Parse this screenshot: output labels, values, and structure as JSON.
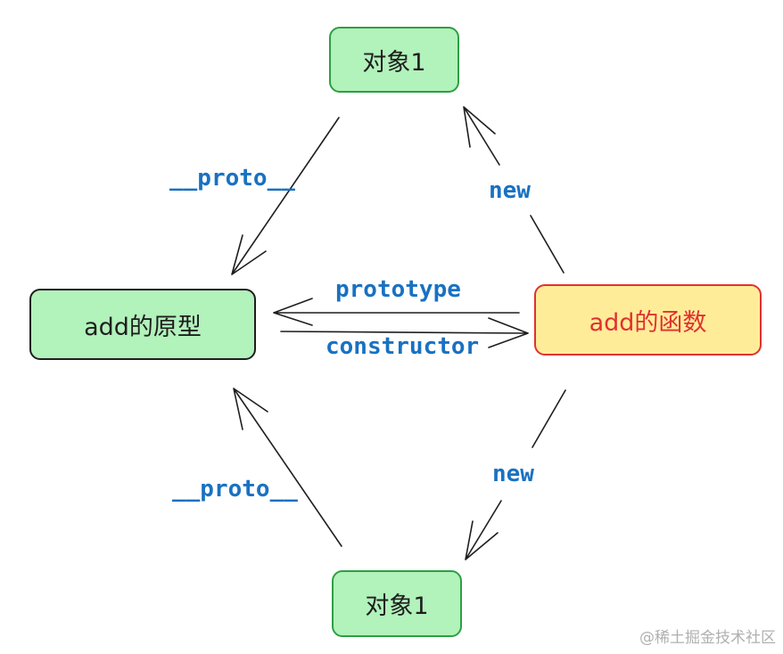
{
  "nodes": {
    "object_top": "对象1",
    "object_bottom": "对象1",
    "prototype": "add的原型",
    "function": "add的函数"
  },
  "edges": {
    "proto_top": "__proto__",
    "proto_bottom": "__proto__",
    "new_top": "new",
    "new_bottom": "new",
    "prototype": "prototype",
    "constructor": "constructor"
  },
  "watermark": "@稀土掘金技术社区",
  "colors": {
    "green_fill": "#b2f2bb",
    "green_stroke": "#2f9e44",
    "yellow_fill": "#ffec99",
    "red_stroke": "#e03131",
    "label_blue": "#1971c2",
    "line": "#1e1e1e"
  }
}
